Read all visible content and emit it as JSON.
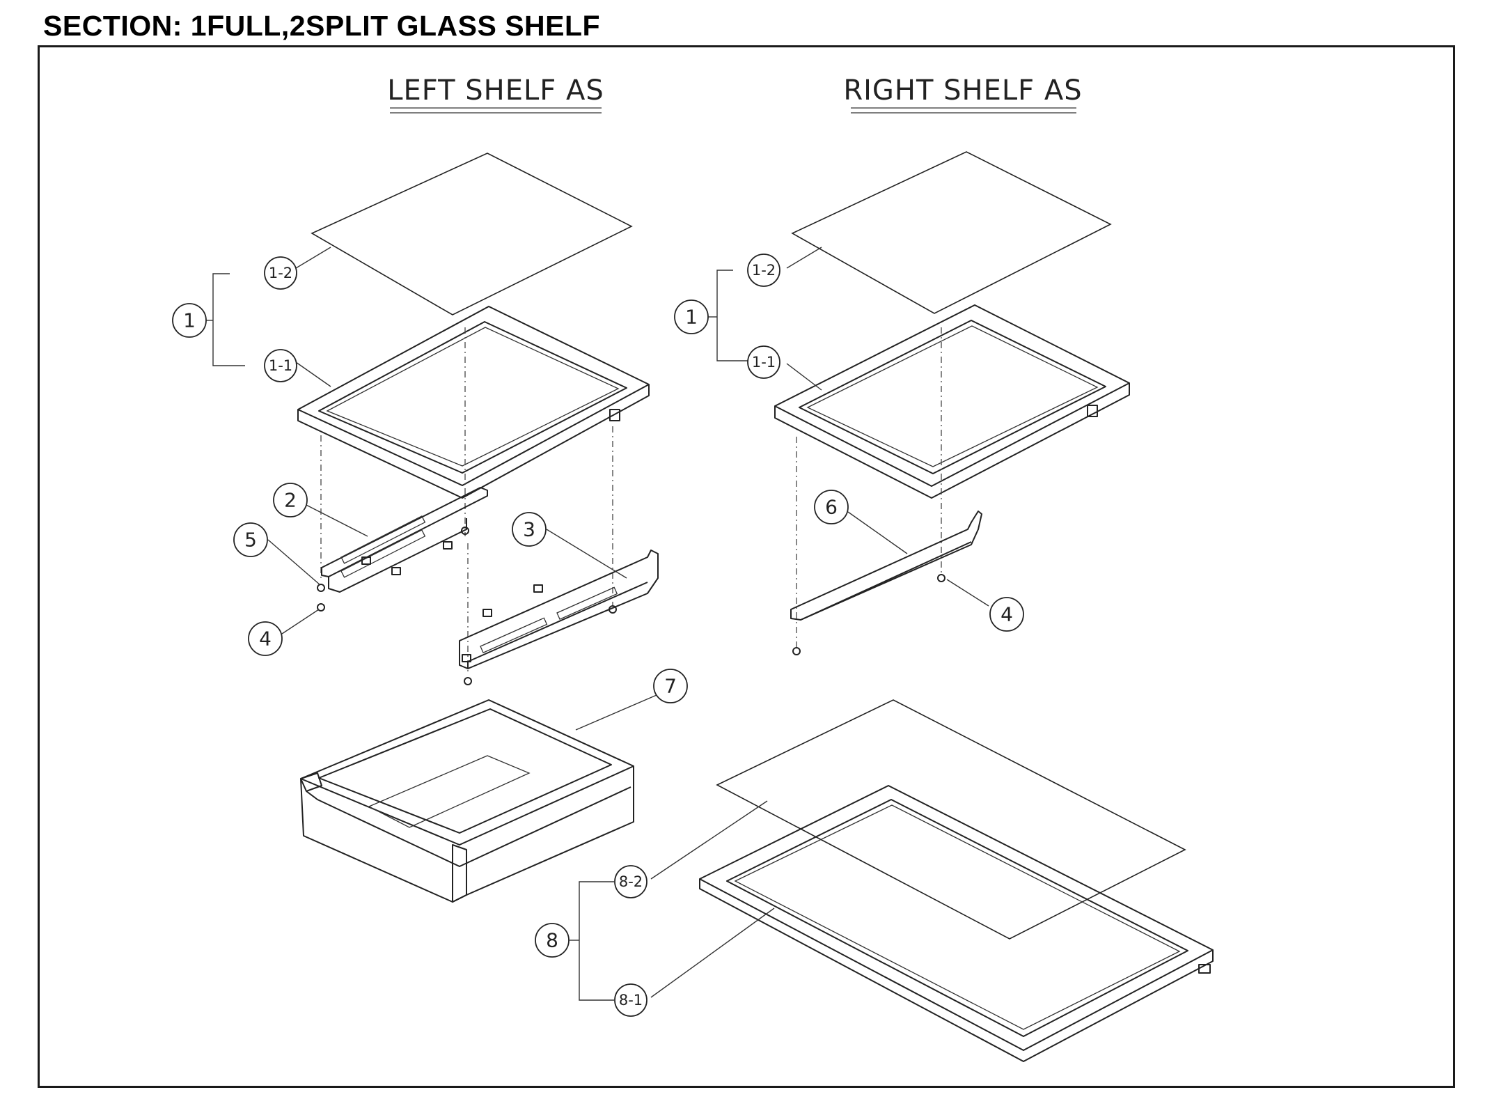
{
  "section_title": "SECTION: 1FULL,2SPLIT GLASS SHELF",
  "headings": {
    "left": "LEFT SHELF AS",
    "right": "RIGHT SHELF AS"
  },
  "callouts": {
    "left_1": "1",
    "left_1_2": "1-2",
    "left_1_1": "1-1",
    "left_2": "2",
    "left_3": "3",
    "left_4": "4",
    "left_5": "5",
    "right_1": "1",
    "right_1_2": "1-2",
    "right_1_1": "1-1",
    "right_6": "6",
    "right_4": "4",
    "drawer_7": "7",
    "full_8": "8",
    "full_8_2": "8-2",
    "full_8_1": "8-1"
  }
}
